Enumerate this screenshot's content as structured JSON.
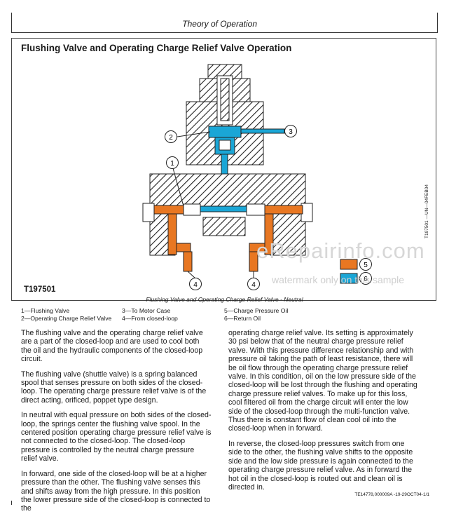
{
  "header": {
    "section": "Theory of Operation"
  },
  "figure": {
    "title": "Flushing Valve and Operating Charge Relief Valve Operation",
    "id": "T197501",
    "side_id": "T197501 —UN—04FEB04",
    "caption": "Flushing Valve and Operating Charge Relief Valve - Neutral",
    "callouts": [
      "1",
      "2",
      "3",
      "4",
      "4",
      "5",
      "6"
    ],
    "watermark": "eRepairinfo.com",
    "watermark_sub": "watermark only on this sample",
    "colors": {
      "charge_pressure": "#e87722",
      "return_oil": "#1aa6d6",
      "hatch": "#222222"
    }
  },
  "legend": [
    [
      "1—Flushing Valve",
      "2—Operating Charge Relief Valve"
    ],
    [
      "3—To Motor Case",
      "4—From closed-loop"
    ],
    [
      "5—Charge Pressure Oil",
      "6—Return Oil"
    ]
  ],
  "body": {
    "left": [
      "The flushing valve and the operating charge relief valve are a part of the closed-loop and are used to cool both the oil and the hydraulic components of the closed-loop circuit.",
      "The flushing valve (shuttle valve) is a spring balanced spool that senses pressure on both sides of the closed-loop. The operating charge pressure relief valve is of the direct acting, orificed, poppet type design.",
      "In neutral with equal pressure on both sides of the closed-loop, the springs center the flushing valve spool. In the centered position operating charge pressure relief valve is not connected to the closed-loop. The closed-loop pressure is controlled by the neutral charge pressure relief valve.",
      "In forward, one side of the closed-loop will be at a higher pressure than the other. The flushing valve senses this and shifts away from the high pressure. In this position the lower pressure side of the closed-loop is connected to the"
    ],
    "right": [
      "operating charge relief valve. Its setting is approximately 30 psi below that of the neutral charge pressure relief valve. With this pressure difference relationship and with pressure oil taking the path of least resistance, there will be oil flow through the operating charge pressure relief valve. In this condition, oil on the low pressure side of the closed-loop will be lost through the flushing and operating charge pressure relief valves. To make up for this loss, cool filtered oil from the charge circuit will enter the low side of the closed-loop through the multi-function valve. Thus there is constant flow of clean cool oil into the closed-loop when in forward.",
      "In reverse, the closed-loop pressures switch from one side to the other, the flushing valve shifts to the opposite side and the low side pressure is again connected to the operating charge pressure relief valve. As in forward the hot oil in the closed-loop is routed out and clean oil is directed in."
    ]
  },
  "footer": {
    "code": "TE14778,000009A -19-29OCT04-1/1"
  }
}
